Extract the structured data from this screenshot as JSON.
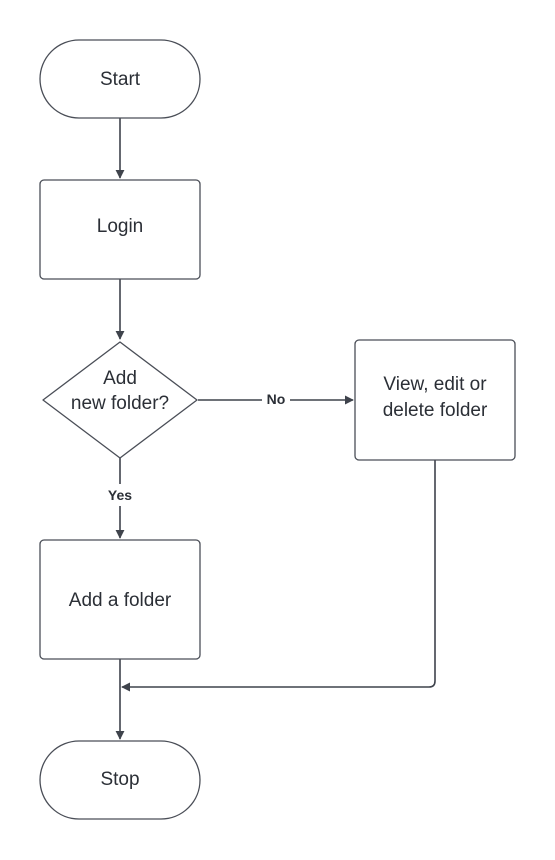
{
  "diagram": {
    "nodes": {
      "start": {
        "label": "Start",
        "shape": "terminator"
      },
      "login": {
        "label": "Login",
        "shape": "process"
      },
      "decision": {
        "label_line1": "Add",
        "label_line2": "new folder?",
        "shape": "decision"
      },
      "view_edit_delete": {
        "label_line1": "View, edit or",
        "label_line2": "delete folder",
        "shape": "process"
      },
      "add_folder": {
        "label": "Add a folder",
        "shape": "process"
      },
      "stop": {
        "label": "Stop",
        "shape": "terminator"
      }
    },
    "edges": {
      "start_to_login": {
        "from": "start",
        "to": "login"
      },
      "login_to_decision": {
        "from": "login",
        "to": "decision"
      },
      "decision_no": {
        "from": "decision",
        "to": "view_edit_delete",
        "label": "No"
      },
      "decision_yes": {
        "from": "decision",
        "to": "add_folder",
        "label": "Yes"
      },
      "add_folder_to_stop": {
        "from": "add_folder",
        "to": "stop"
      },
      "view_edit_delete_to_stop": {
        "from": "view_edit_delete",
        "to": "stop"
      }
    },
    "colors": {
      "stroke": "#4a4e57",
      "text": "#2b2f36",
      "fill": "#ffffff"
    }
  }
}
